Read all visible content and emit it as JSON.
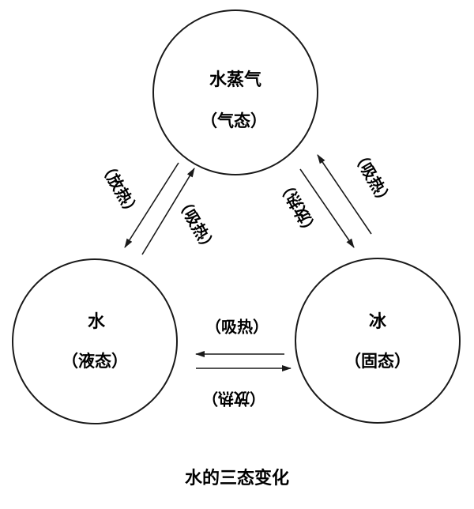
{
  "nodes": {
    "vapor": {
      "name": "水蒸气",
      "state": "（气态）"
    },
    "water": {
      "name": "水",
      "state": "（液态）"
    },
    "ice": {
      "name": "冰",
      "state": "（固态）"
    }
  },
  "edges": {
    "vapor_to_water": "（放热）",
    "water_to_vapor": "（吸热）",
    "vapor_to_ice": "（放热）",
    "ice_to_vapor": "（吸热）",
    "ice_to_water": "（吸热）",
    "water_to_ice": "（放热）"
  },
  "caption": "水的三态变化"
}
